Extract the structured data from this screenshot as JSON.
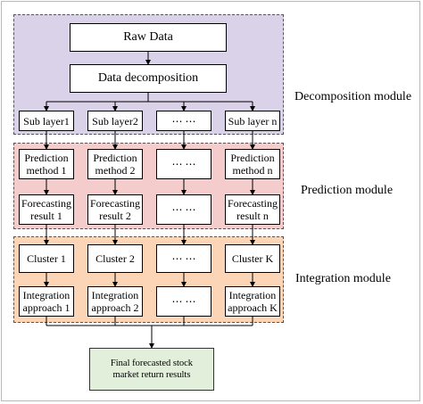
{
  "colors": {
    "decomposition_bg": "#d9d2e9",
    "prediction_bg": "#f4cccc",
    "integration_bg": "#fbd5b5",
    "final_bg": "#e2efda"
  },
  "raw_data": "Raw Data",
  "data_decomposition": "Data decomposition",
  "sub_layers": [
    "Sub layer1",
    "Sub layer2",
    "⋯ ⋯",
    "Sub layer n"
  ],
  "prediction_methods": [
    "Prediction\nmethod 1",
    "Prediction\nmethod 2",
    "⋯ ⋯",
    "Prediction\nmethod n"
  ],
  "forecasting_results": [
    "Forecasting\nresult 1",
    "Forecasting\nresult 2",
    "⋯ ⋯",
    "Forecasting\nresult n"
  ],
  "clusters": [
    "Cluster 1",
    "Cluster 2",
    "⋯ ⋯",
    "Cluster K"
  ],
  "integration_approaches": [
    "Integration\napproach 1",
    "Integration\napproach 2",
    "⋯ ⋯",
    "Integration\napproach K"
  ],
  "final_result": "Final forecasted stock\nmarket return results",
  "modules": {
    "decomposition": "Decomposition module",
    "prediction": "Prediction module",
    "integration": "Integration module"
  }
}
